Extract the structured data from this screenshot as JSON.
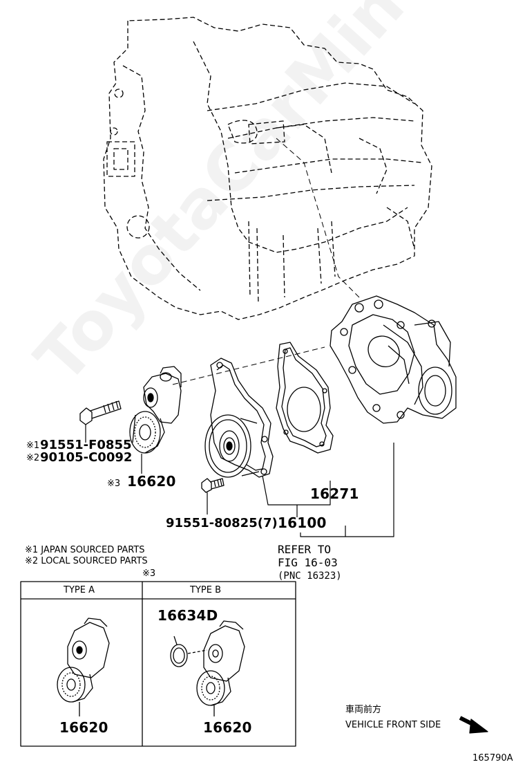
{
  "watermark": "ToyotaCarMine.ru",
  "callouts": {
    "bolt_pn_1_mark": "※1",
    "bolt_pn_1": "91551-F0855",
    "bolt_pn_2_mark": "※2",
    "bolt_pn_2": "90105-C0092",
    "tensioner_mark": "※3",
    "tensioner_pn": "16620",
    "bolt_small_pn": "91551-80825(7)",
    "gasket_pn": "16271",
    "pump_pn": "16100",
    "refer_line1": "REFER TO",
    "refer_line2": "FIG 16-03",
    "refer_line3": "(PNC 16323)"
  },
  "notes": {
    "note1": "※1 JAPAN SOURCED PARTS",
    "note2": "※2 LOCAL SOURCED PARTS",
    "box_mark": "※3"
  },
  "variants": {
    "type_a_label": "TYPE A",
    "type_b_label": "TYPE B",
    "type_a_pn": "16620",
    "type_b_pn": "16620",
    "type_b_cap_pn": "16634D"
  },
  "direction": {
    "jp": "車両前方",
    "en": "VEHICLE FRONT SIDE"
  },
  "figure_id": "165790A"
}
